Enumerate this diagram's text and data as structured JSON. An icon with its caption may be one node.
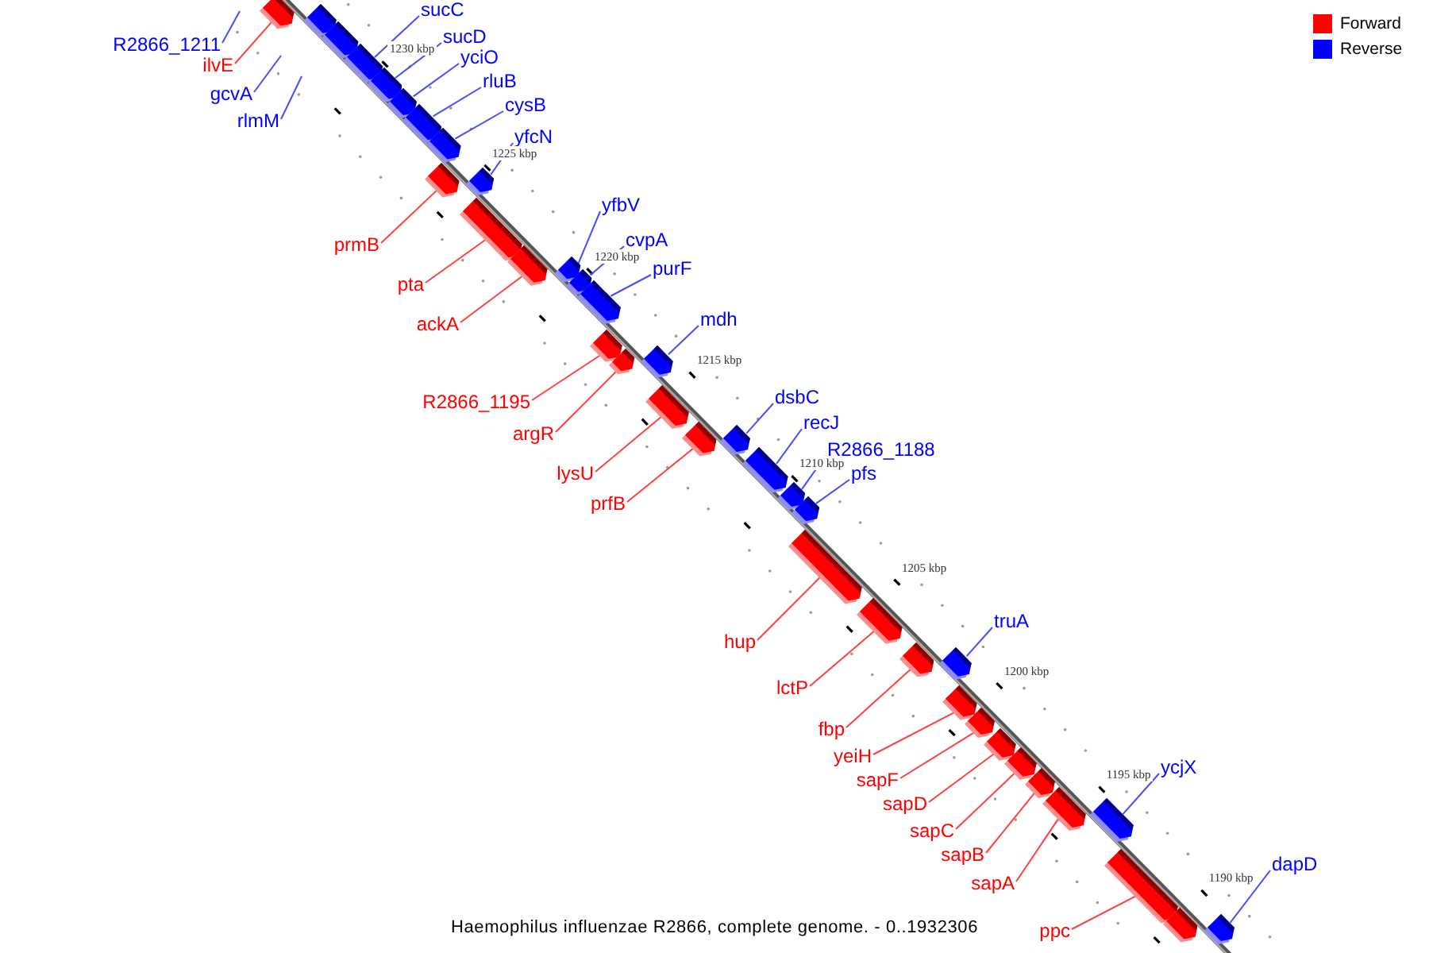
{
  "diagram": {
    "caption": "Haemophilus influenzae R2866, complete genome. - 0..1932306",
    "nodes": [
      {
        "text": [
          "R2866_1211"
        ]
      },
      {
        "text": [
          "ilvE"
        ]
      },
      {
        "text": [],
        "shape": "arrow"
      },
      {
        "text": [],
        "shape": "arrow"
      },
      {
        "text": [],
        "shape": "arrow"
      },
      {
        "text": [
          "sucC"
        ]
      },
      {
        "text": [],
        "shape": "arrow"
      },
      {
        "text": [
          "sucD"
        ]
      },
      {
        "text": [],
        "shape": "arrow"
      },
      {
        "text": [
          "gcvA"
        ]
      },
      {
        "text": [
          "yciO"
        ]
      },
      {
        "text": [],
        "shape": "arrow"
      },
      {
        "text": [
          "rlmM"
        ]
      },
      {
        "text": [
          "rluB"
        ]
      },
      {
        "text": [],
        "shape": "arrow"
      },
      {
        "text": [
          "cysB"
        ]
      },
      {
        "text": [],
        "shape": "arrow"
      },
      {
        "text": [
          "yfcN"
        ]
      },
      {
        "text": [],
        "shape": "arrow"
      },
      {
        "text": [],
        "shape": "arrow"
      },
      {
        "text": [
          "prmB"
        ]
      },
      {
        "text": [],
        "shape": "arrow"
      },
      {
        "text": [
          "pta"
        ]
      },
      {
        "text": [
          "yfbV"
        ]
      },
      {
        "text": [
          "cvpA"
        ]
      },
      {
        "text": [],
        "shape": "arrow"
      },
      {
        "text": [],
        "shape": "arrow"
      },
      {
        "text": [],
        "shape": "arrow"
      },
      {
        "text": [
          "purF"
        ]
      },
      {
        "text": [],
        "shape": "arrow"
      },
      {
        "text": [
          "ackA"
        ]
      },
      {
        "text": [
          "mdh"
        ]
      },
      {
        "text": [],
        "shape": "arrow"
      },
      {
        "text": [],
        "shape": "arrow"
      },
      {
        "text": [],
        "shape": "arrow"
      },
      {
        "text": [
          "R2866_1195"
        ]
      },
      {
        "text": [
          "dsbC"
        ]
      },
      {
        "text": [],
        "shape": "arrow"
      },
      {
        "text": [
          "recJ"
        ]
      },
      {
        "text": [
          "argR"
        ]
      },
      {
        "text": [],
        "shape": "arrow"
      },
      {
        "text": [
          "R2866_1188"
        ]
      },
      {
        "text": [],
        "shape": "arrow"
      },
      {
        "text": [
          "lysU"
        ]
      },
      {
        "text": [
          "pfs"
        ]
      },
      {
        "text": [],
        "shape": "arrow"
      },
      {
        "text": [
          "prfB"
        ]
      },
      {
        "text": [],
        "shape": "arrow"
      },
      {
        "text": [],
        "shape": "arrow"
      },
      {
        "text": [],
        "shape": "arrow"
      },
      {
        "text": [
          "truA"
        ]
      },
      {
        "text": [
          "hup"
        ]
      },
      {
        "text": [],
        "shape": "arrow"
      },
      {
        "text": [],
        "shape": "arrow"
      },
      {
        "text": [],
        "shape": "arrow"
      },
      {
        "text": [
          "lctP"
        ]
      },
      {
        "text": [],
        "shape": "arrow"
      },
      {
        "text": [
          "fbp"
        ]
      },
      {
        "text": [],
        "shape": "arrow"
      },
      {
        "text": [
          "yeiH"
        ]
      },
      {
        "text": [],
        "shape": "arrow"
      },
      {
        "text": [
          "ycjX"
        ]
      },
      {
        "text": [
          "sapF"
        ]
      },
      {
        "text": [],
        "shape": "arrow"
      },
      {
        "text": [],
        "shape": "arrow"
      },
      {
        "text": [
          "sapD"
        ]
      },
      {
        "text": [],
        "shape": "arrow"
      },
      {
        "text": [],
        "shape": "arrow"
      },
      {
        "text": [
          "sapC"
        ]
      },
      {
        "text": [
          "sapB"
        ]
      },
      {
        "text": [
          "dapD"
        ]
      },
      {
        "text": [
          "sapA"
        ]
      },
      {
        "text": [],
        "shape": "arrow"
      },
      {
        "text": [],
        "shape": "arrow"
      },
      {
        "text": [],
        "shape": "arrow"
      },
      {
        "text": [
          "ppc"
        ]
      }
    ],
    "edges": [
      {
        "from": 0,
        "to": null,
        "arrow": "none"
      },
      {
        "from": 1,
        "to": 2,
        "arrow": "none",
        "color": "#ff4040"
      },
      {
        "from": 5,
        "to": 6,
        "arrow": "none"
      },
      {
        "from": 7,
        "to": 8,
        "arrow": "none"
      },
      {
        "from": 9,
        "to": null,
        "arrow": "none"
      },
      {
        "from": 10,
        "to": 11,
        "arrow": "none"
      },
      {
        "from": 12,
        "to": null,
        "arrow": "none"
      },
      {
        "from": 13,
        "to": 14,
        "arrow": "none"
      },
      {
        "from": 15,
        "to": 16,
        "arrow": "none"
      },
      {
        "from": 17,
        "to": 18,
        "arrow": "none"
      },
      {
        "from": 20,
        "to": 19,
        "arrow": "none",
        "color": "#ff4040"
      },
      {
        "from": 22,
        "to": 21,
        "arrow": "none",
        "color": "#ff4040"
      },
      {
        "from": 23,
        "to": 25,
        "arrow": "none"
      },
      {
        "from": 24,
        "to": 27,
        "arrow": "none"
      },
      {
        "from": 28,
        "to": 29,
        "arrow": "none"
      },
      {
        "from": 30,
        "to": 26,
        "arrow": "none",
        "color": "#ff4040"
      },
      {
        "from": 31,
        "to": 33,
        "arrow": "none"
      },
      {
        "from": 35,
        "to": 32,
        "arrow": "none",
        "color": "#ff4040"
      },
      {
        "from": 36,
        "to": 40,
        "arrow": "none"
      },
      {
        "from": 38,
        "to": 45,
        "arrow": "none"
      },
      {
        "from": 39,
        "to": 34,
        "arrow": "none",
        "color": "#ff4040"
      },
      {
        "from": 41,
        "to": 47,
        "arrow": "none"
      },
      {
        "from": 43,
        "to": 37,
        "arrow": "none",
        "color": "#ff4040"
      },
      {
        "from": 44,
        "to": 48,
        "arrow": "none"
      },
      {
        "from": 46,
        "to": 42,
        "arrow": "none",
        "color": "#ff4040"
      },
      {
        "from": 50,
        "to": 53,
        "arrow": "none"
      },
      {
        "from": 51,
        "to": 49,
        "arrow": "none",
        "color": "#ff4040"
      },
      {
        "from": 55,
        "to": 52,
        "arrow": "none",
        "color": "#ff4040"
      },
      {
        "from": 57,
        "to": 54,
        "arrow": "none",
        "color": "#ff4040"
      },
      {
        "from": 59,
        "to": 56,
        "arrow": "none",
        "color": "#ff4040"
      },
      {
        "from": 61,
        "to": 67,
        "arrow": "none"
      },
      {
        "from": 62,
        "to": 58,
        "arrow": "none",
        "color": "#ff4040"
      },
      {
        "from": 65,
        "to": 60,
        "arrow": "none",
        "color": "#ff4040"
      },
      {
        "from": 68,
        "to": 63,
        "arrow": "none",
        "color": "#ff4040"
      },
      {
        "from": 69,
        "to": 64,
        "arrow": "none",
        "color": "#ff4040"
      },
      {
        "from": 70,
        "to": 73,
        "arrow": "none"
      },
      {
        "from": 71,
        "to": 66,
        "arrow": "none",
        "color": "#ff4040"
      },
      {
        "from": 75,
        "to": 72,
        "arrow": "none",
        "color": "#ff4040"
      }
    ],
    "labels": [
      "1230 kbp",
      "1225 kbp",
      "1220 kbp",
      "1215 kbp",
      "1210 kbp",
      "1205 kbp",
      "1200 kbp",
      "1195 kbp",
      "1190 kbp"
    ],
    "legend": [
      {
        "text": "Forward",
        "color": "#ff0000"
      },
      {
        "text": "Reverse",
        "color": "#0000ff"
      }
    ]
  }
}
